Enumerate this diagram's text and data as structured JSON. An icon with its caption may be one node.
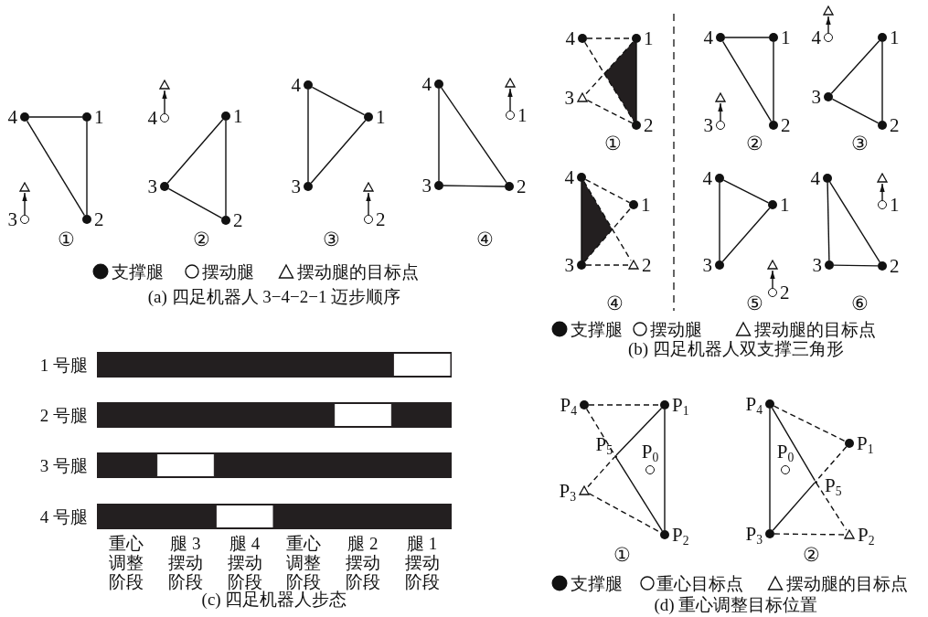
{
  "diagram": {
    "nodes": [
      {
        "text": [],
        "shape": "dot",
        "beside": [
          "4"
        ]
      },
      {
        "text": [],
        "shape": "dot",
        "beside": [
          "1"
        ]
      },
      {
        "text": [],
        "shape": "dot",
        "beside": [
          "2"
        ]
      },
      {
        "text": [],
        "shape": "circle",
        "beside": [
          "3"
        ]
      },
      {
        "text": [],
        "shape": "triangle"
      },
      {
        "text": [],
        "shape": "circle",
        "beside": [
          "4"
        ]
      },
      {
        "text": [],
        "shape": "triangle"
      },
      {
        "text": [],
        "shape": "dot",
        "beside": [
          "1"
        ]
      },
      {
        "text": [],
        "shape": "dot",
        "beside": [
          "3"
        ]
      },
      {
        "text": [],
        "shape": "dot",
        "beside": [
          "2"
        ]
      },
      {
        "text": [],
        "shape": "dot",
        "beside": [
          "4"
        ]
      },
      {
        "text": [],
        "shape": "dot",
        "beside": [
          "1"
        ]
      },
      {
        "text": [],
        "shape": "dot",
        "beside": [
          "3"
        ]
      },
      {
        "text": [],
        "shape": "triangle"
      },
      {
        "text": [],
        "shape": "circle",
        "beside": [
          "2"
        ]
      },
      {
        "text": [],
        "shape": "triangle"
      },
      {
        "text": [],
        "shape": "dot",
        "beside": [
          "4"
        ]
      },
      {
        "text": [],
        "shape": "circle",
        "beside": [
          "1"
        ]
      },
      {
        "text": [],
        "shape": "dot",
        "beside": [
          "3"
        ]
      },
      {
        "text": [],
        "shape": "dot",
        "beside": [
          "2"
        ]
      },
      {
        "text": [],
        "shape": "dot",
        "beside": [
          "4"
        ]
      },
      {
        "text": [],
        "shape": "dot",
        "beside": [
          "1"
        ]
      },
      {
        "text": [],
        "shape": "triangle",
        "beside": [
          "3"
        ]
      },
      {
        "text": [],
        "shape": "dot",
        "beside": [
          "2"
        ]
      },
      {
        "text": [],
        "shape": "dot",
        "beside": [
          "4"
        ]
      },
      {
        "text": [],
        "shape": "dot",
        "beside": [
          "1"
        ]
      },
      {
        "text": [],
        "shape": "triangle"
      },
      {
        "text": [],
        "shape": "circle",
        "beside": [
          "3"
        ]
      },
      {
        "text": [],
        "shape": "dot",
        "beside": [
          "2"
        ]
      },
      {
        "text": [],
        "shape": "triangle"
      },
      {
        "text": [],
        "shape": "circle",
        "beside": [
          "4"
        ]
      },
      {
        "text": [],
        "shape": "dot",
        "beside": [
          "1"
        ]
      },
      {
        "text": [],
        "shape": "dot",
        "beside": [
          "3"
        ]
      },
      {
        "text": [],
        "shape": "dot",
        "beside": [
          "2"
        ]
      },
      {
        "text": [],
        "shape": "dot",
        "beside": [
          "4"
        ]
      },
      {
        "text": [],
        "shape": "dot",
        "beside": [
          "1"
        ]
      },
      {
        "text": [],
        "shape": "dot",
        "beside": [
          "3"
        ]
      },
      {
        "text": [],
        "shape": "triangle",
        "beside": [
          "2"
        ]
      },
      {
        "text": [],
        "shape": "dot",
        "beside": [
          "4"
        ]
      },
      {
        "text": [],
        "shape": "dot",
        "beside": [
          "1"
        ]
      },
      {
        "text": [],
        "shape": "dot",
        "beside": [
          "3"
        ]
      },
      {
        "text": [],
        "shape": "triangle"
      },
      {
        "text": [],
        "shape": "circle",
        "beside": [
          "2"
        ]
      },
      {
        "text": [],
        "shape": "dot",
        "beside": [
          "4"
        ]
      },
      {
        "text": [],
        "shape": "triangle"
      },
      {
        "text": [],
        "shape": "circle",
        "beside": [
          "1"
        ]
      },
      {
        "text": [],
        "shape": "dot",
        "beside": [
          "3"
        ]
      },
      {
        "text": [],
        "shape": "dot",
        "beside": [
          "2"
        ]
      },
      {
        "text": [],
        "shape": "dot",
        "beside": [
          "P$_{4}$"
        ]
      },
      {
        "text": [],
        "shape": "dot",
        "beside": [
          "P$_{1}$"
        ]
      },
      {
        "text": [],
        "shape": "point",
        "beside": [
          "P$_{5}$"
        ]
      },
      {
        "text": [],
        "shape": "circle",
        "beside": [
          "P$_{0}$"
        ]
      },
      {
        "text": [],
        "shape": "triangle",
        "beside": [
          "P$_{3}$"
        ]
      },
      {
        "text": [],
        "shape": "dot",
        "beside": [
          "P$_{2}$"
        ]
      },
      {
        "text": [],
        "shape": "dot",
        "beside": [
          "P$_{4}$"
        ]
      },
      {
        "text": [],
        "shape": "dot",
        "beside": [
          "P$_{1}$"
        ]
      },
      {
        "text": [],
        "shape": "circle",
        "beside": [
          "P$_{0}$"
        ]
      },
      {
        "text": [],
        "shape": "point",
        "beside": [
          "P$_{5}$"
        ]
      },
      {
        "text": [],
        "shape": "dot",
        "beside": [
          "P$_{3}$"
        ]
      },
      {
        "text": [],
        "shape": "triangle",
        "beside": [
          "P$_{2}$"
        ]
      },
      {
        "text": [],
        "shape": "triangle"
      },
      {
        "text": [],
        "shape": "triangle"
      }
    ],
    "edges": [
      {
        "from": 0,
        "to": 1,
        "arrow": "none"
      },
      {
        "from": 1,
        "to": 2,
        "arrow": "none"
      },
      {
        "from": 2,
        "to": 0,
        "arrow": "none"
      },
      {
        "from": 3,
        "to": 4,
        "arrow": "to"
      },
      {
        "from": 5,
        "to": 6,
        "arrow": "to"
      },
      {
        "from": 7,
        "to": 9,
        "arrow": "none"
      },
      {
        "from": 7,
        "to": 8,
        "arrow": "none"
      },
      {
        "from": 8,
        "to": 9,
        "arrow": "none"
      },
      {
        "from": 10,
        "to": 11,
        "arrow": "none"
      },
      {
        "from": 10,
        "to": 12,
        "arrow": "none"
      },
      {
        "from": 11,
        "to": 12,
        "arrow": "none"
      },
      {
        "from": 14,
        "to": 13,
        "arrow": "to"
      },
      {
        "from": 16,
        "to": 18,
        "arrow": "none"
      },
      {
        "from": 16,
        "to": 19,
        "arrow": "none"
      },
      {
        "from": 18,
        "to": 19,
        "arrow": "none"
      },
      {
        "from": 17,
        "to": 15,
        "arrow": "to"
      },
      {
        "from": 20,
        "to": 21,
        "arrow": "none",
        "style": "dashed"
      },
      {
        "from": 21,
        "to": 23,
        "arrow": "none"
      },
      {
        "from": 20,
        "to": 23,
        "arrow": "none",
        "style": "dashed"
      },
      {
        "from": 22,
        "to": 21,
        "arrow": "none",
        "style": "dashed"
      },
      {
        "from": 22,
        "to": 23,
        "arrow": "none",
        "style": "dashed"
      },
      {
        "from": 24,
        "to": 25,
        "arrow": "none"
      },
      {
        "from": 25,
        "to": 28,
        "arrow": "none"
      },
      {
        "from": 24,
        "to": 28,
        "arrow": "none"
      },
      {
        "from": 27,
        "to": 26,
        "arrow": "to"
      },
      {
        "from": 31,
        "to": 32,
        "arrow": "none"
      },
      {
        "from": 31,
        "to": 33,
        "arrow": "none"
      },
      {
        "from": 32,
        "to": 33,
        "arrow": "none"
      },
      {
        "from": 30,
        "to": 29,
        "arrow": "to"
      },
      {
        "from": 34,
        "to": 36,
        "arrow": "none"
      },
      {
        "from": 34,
        "to": 35,
        "arrow": "none",
        "style": "dashed"
      },
      {
        "from": 34,
        "to": 37,
        "arrow": "none",
        "style": "dashed"
      },
      {
        "from": 36,
        "to": 35,
        "arrow": "none",
        "style": "dashed"
      },
      {
        "from": 36,
        "to": 37,
        "arrow": "none",
        "style": "dashed"
      },
      {
        "from": 38,
        "to": 39,
        "arrow": "none"
      },
      {
        "from": 38,
        "to": 40,
        "arrow": "none"
      },
      {
        "from": 39,
        "to": 40,
        "arrow": "none"
      },
      {
        "from": 42,
        "to": 41,
        "arrow": "to"
      },
      {
        "from": 43,
        "to": 46,
        "arrow": "none"
      },
      {
        "from": 43,
        "to": 47,
        "arrow": "none"
      },
      {
        "from": 46,
        "to": 47,
        "arrow": "none"
      },
      {
        "from": 45,
        "to": 44,
        "arrow": "to"
      },
      {
        "from": 48,
        "to": 49,
        "arrow": "none",
        "style": "dashed"
      },
      {
        "from": 49,
        "to": 53,
        "arrow": "none"
      },
      {
        "from": 49,
        "to": 50,
        "arrow": "none"
      },
      {
        "from": 50,
        "to": 53,
        "arrow": "none"
      },
      {
        "from": 48,
        "to": 50,
        "arrow": "none",
        "style": "dashed"
      },
      {
        "from": 52,
        "to": 50,
        "arrow": "none",
        "style": "dashed"
      },
      {
        "from": 52,
        "to": 53,
        "arrow": "none",
        "style": "dashed"
      },
      {
        "from": 54,
        "to": 58,
        "arrow": "none"
      },
      {
        "from": 54,
        "to": 57,
        "arrow": "none"
      },
      {
        "from": 57,
        "to": 58,
        "arrow": "none"
      },
      {
        "from": 54,
        "to": 55,
        "arrow": "none",
        "style": "dashed"
      },
      {
        "from": 55,
        "to": 57,
        "arrow": "none",
        "style": "dashed"
      },
      {
        "from": 57,
        "to": 59,
        "arrow": "none",
        "style": "dashed"
      },
      {
        "from": 58,
        "to": 59,
        "arrow": "none",
        "style": "dashed"
      }
    ],
    "labels": [
      "①",
      "②",
      "③",
      "④",
      "(a) 四足机器人 3−4−2−1 迈步顺序",
      "①",
      "②",
      "③",
      "④",
      "⑤",
      "⑥",
      "(b) 四足机器人双支撑三角形",
      "1 号腿",
      "2 号腿",
      "3 号腿",
      "4 号腿",
      "重心调整阶段",
      "腿 3摆动阶段",
      "腿 4摆动阶段",
      "重心调整阶段",
      "腿 2摆动阶段",
      "腿 1摆动阶段",
      "(c) 四足机器人步态",
      "①",
      "②",
      "(d) 重心调整目标位置"
    ],
    "legend": [
      {
        "text": "支撑腿"
      },
      {
        "text": "摆动腿"
      },
      {
        "text": "摆动腿的目标点"
      },
      {
        "text": "支撑腿"
      },
      {
        "text": "摆动腿"
      },
      {
        "text": "摆动腿的目标点"
      },
      {
        "text": "支撑腿"
      },
      {
        "text": "重心目标点"
      },
      {
        "text": "摆动腿的目标点"
      }
    ]
  }
}
